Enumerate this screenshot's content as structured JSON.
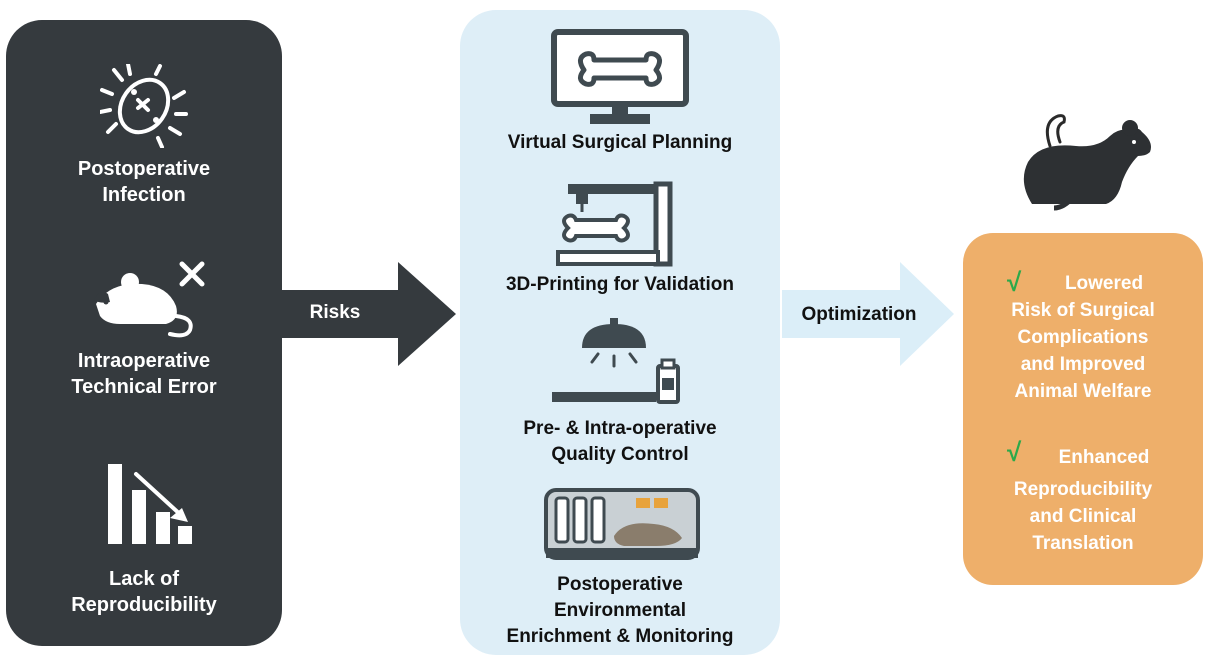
{
  "risks": {
    "items": [
      {
        "label_lines": [
          "Postoperative",
          "Infection"
        ],
        "icon": "bacteria-icon"
      },
      {
        "label_lines": [
          "Intraoperative",
          "Technical Error"
        ],
        "icon": "mouse-error-icon"
      },
      {
        "label_lines": [
          "Lack of",
          "Reproducibility"
        ],
        "icon": "declining-bar-chart-icon"
      }
    ]
  },
  "arrows": {
    "risks_label": "Risks",
    "optimization_label": "Optimization"
  },
  "measures": {
    "items": [
      {
        "label_lines": [
          "Virtual Surgical Planning"
        ],
        "icon": "monitor-bone-icon"
      },
      {
        "label_lines": [
          "3D-Printing for Validation"
        ],
        "icon": "3d-printer-bone-icon"
      },
      {
        "label_lines": [
          "Pre- & Intra-operative",
          "Quality Control"
        ],
        "icon": "surgical-lamp-icon"
      },
      {
        "label_lines": [
          "Postoperative",
          "Environmental",
          "Enrichment & Monitoring"
        ],
        "icon": "cage-mouse-icon"
      }
    ]
  },
  "outcomes": {
    "check_symbol": "√",
    "items": [
      {
        "lines": [
          "Lowered",
          "Risk of Surgical",
          "Complications",
          "and Improved",
          "Animal Welfare"
        ]
      },
      {
        "lines": [
          "Enhanced",
          "Reproducibility",
          "and Clinical",
          "Translation"
        ]
      }
    ]
  },
  "colors": {
    "risk_panel": "#353a3e",
    "measure_panel": "#deeef7",
    "outcome_panel": "#eeaf6a",
    "check": "#2ca94a",
    "light_arrow": "#dbeef8"
  },
  "illustration": {
    "icon": "mouse-silhouette-icon"
  }
}
